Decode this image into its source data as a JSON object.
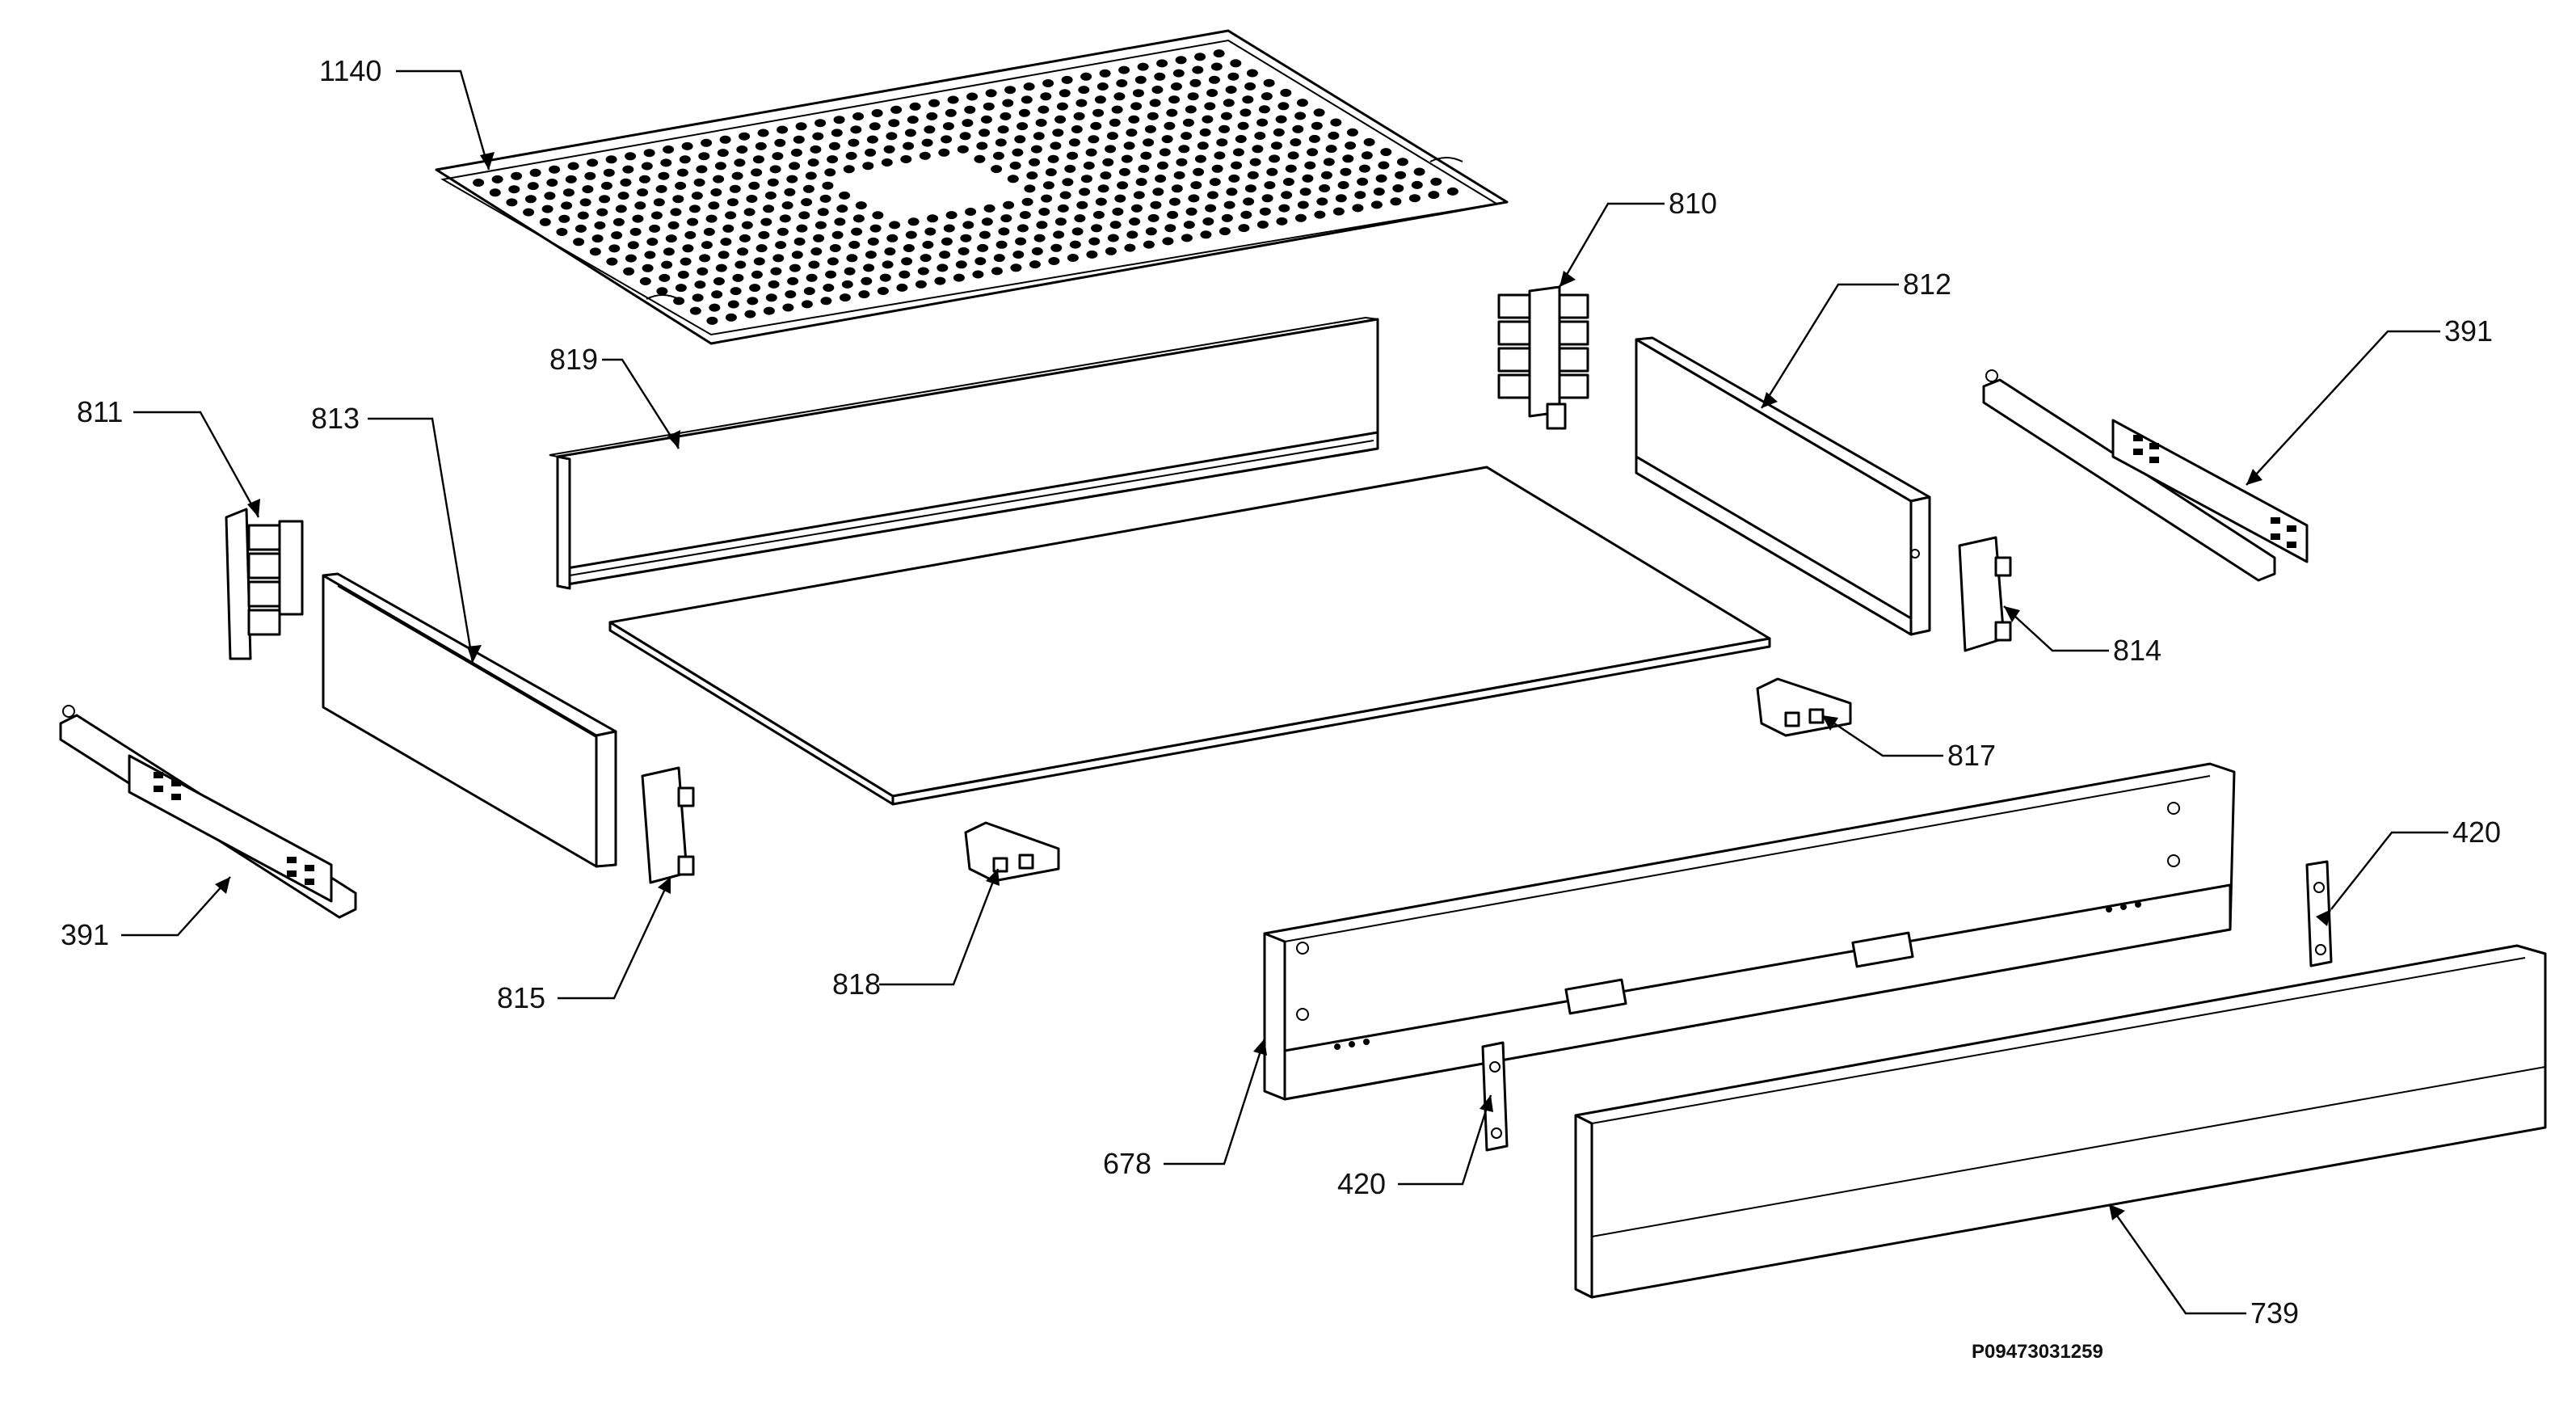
{
  "diagram": {
    "drawing_code": "P09473031259",
    "callouts": [
      {
        "id": "c1140",
        "label": "1140"
      },
      {
        "id": "c810",
        "label": "810"
      },
      {
        "id": "c812",
        "label": "812"
      },
      {
        "id": "c391a",
        "label": "391"
      },
      {
        "id": "c819",
        "label": "819"
      },
      {
        "id": "c811",
        "label": "811"
      },
      {
        "id": "c813",
        "label": "813"
      },
      {
        "id": "c814",
        "label": "814"
      },
      {
        "id": "c817",
        "label": "817"
      },
      {
        "id": "c391b",
        "label": "391"
      },
      {
        "id": "c815",
        "label": "815"
      },
      {
        "id": "c818",
        "label": "818"
      },
      {
        "id": "c420a",
        "label": "420"
      },
      {
        "id": "c678",
        "label": "678"
      },
      {
        "id": "c420b",
        "label": "420"
      },
      {
        "id": "c739",
        "label": "739"
      }
    ]
  }
}
